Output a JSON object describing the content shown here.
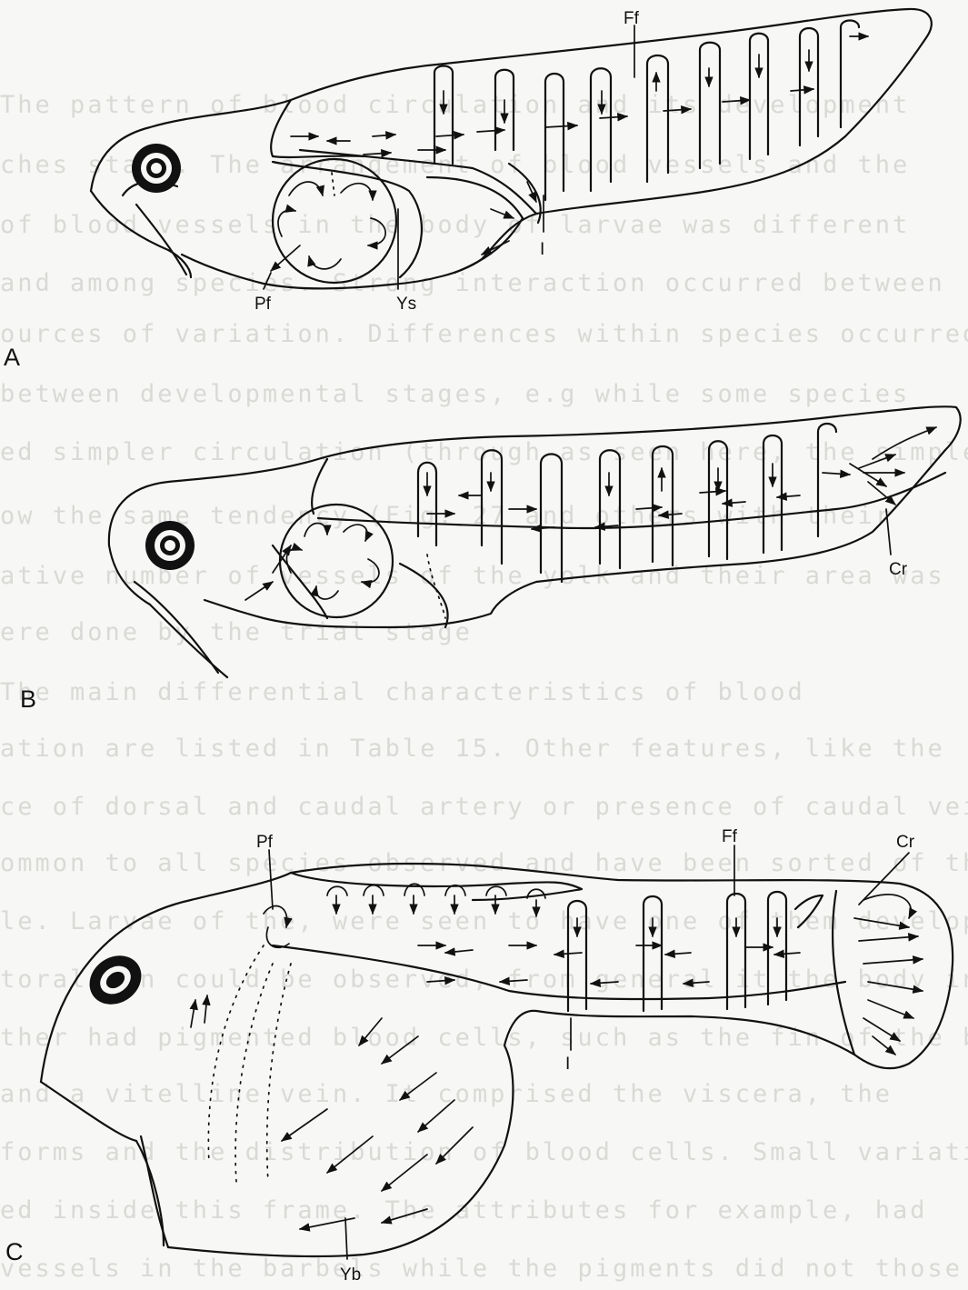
{
  "background_text": [
    "The pattern of blood circulation and its development",
    "ches stage. The arrangement of blood vessels and the",
    "of blood vessels in the body of larvae was different",
    "and among species. Strong interaction occurred between",
    "ources of variation. Differences within species occurred",
    "between developmental stages, e.g while some species",
    "ed simpler circulation (through as seen here, the simple",
    "ow the same tendency (Fig. 27 and others with their",
    "ative number of vessels of the yolk and their area was",
    "ere done by the trial stage",
    "The main differential characteristics of blood",
    "ation are listed in Table 15. Other features, like the",
    "ce of dorsal and caudal artery or presence of caudal vein,",
    "ommon to all species observed and have been sorted of the",
    "le. Larvae of the, were seen to have one of them developed",
    "toral fin could be observed, from general it the body in",
    "ther had pigmented blood cells, such as the fin of the body",
    "and a vitelline vein. It comprised the viscera, the",
    "forms and the distribution of blood cells. Small variations",
    "ed inside this frame. The attributes for example, had",
    "vessels in the barbels while the pigments did not those on"
  ],
  "figure": {
    "panels": [
      {
        "id": "A",
        "panel_label": "A",
        "labels": {
          "pf": "Pf",
          "ys": "Ys",
          "i": "I",
          "ff": "Ff"
        }
      },
      {
        "id": "B",
        "panel_label": "B",
        "labels": {
          "cr": "Cr"
        }
      },
      {
        "id": "C",
        "panel_label": "C",
        "labels": {
          "pf": "Pf",
          "ff": "Ff",
          "cr": "Cr",
          "i": "I",
          "yb": "Yb"
        }
      }
    ]
  },
  "colors": {
    "ink": "#111111",
    "paper": "#f7f7f5",
    "bleed_text": "#d9d9d6"
  }
}
